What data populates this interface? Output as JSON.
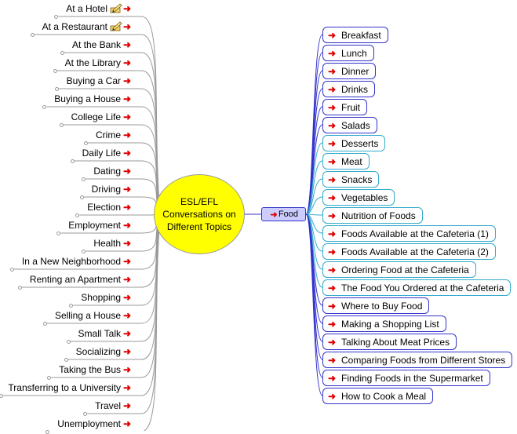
{
  "central": {
    "lines": [
      "ESL/EFL",
      "Conversations on",
      "Different Topics"
    ]
  },
  "left_topics": [
    {
      "label": "At a Hotel",
      "icon": "edit-pencil-icon"
    },
    {
      "label": "At a Restaurant",
      "icon": "edit-pencil-icon"
    },
    {
      "label": "At the Bank"
    },
    {
      "label": "At the Library"
    },
    {
      "label": "Buying a Car"
    },
    {
      "label": "Buying a House"
    },
    {
      "label": "College Life"
    },
    {
      "label": "Crime"
    },
    {
      "label": "Daily Life"
    },
    {
      "label": "Dating"
    },
    {
      "label": "Driving"
    },
    {
      "label": "Election"
    },
    {
      "label": "Employment"
    },
    {
      "label": "Health"
    },
    {
      "label": "In a New Neighborhood"
    },
    {
      "label": "Renting an Apartment"
    },
    {
      "label": "Shopping"
    },
    {
      "label": "Selling a House"
    },
    {
      "label": "Small Talk"
    },
    {
      "label": "Socializing"
    },
    {
      "label": "Taking the Bus"
    },
    {
      "label": "Transferring to a University"
    },
    {
      "label": "Travel"
    },
    {
      "label": "Unemployment"
    }
  ],
  "food": {
    "label": "Food"
  },
  "food_items": [
    {
      "label": "Breakfast",
      "border": "blue"
    },
    {
      "label": "Lunch",
      "border": "blue"
    },
    {
      "label": "Dinner",
      "border": "blue"
    },
    {
      "label": "Drinks",
      "border": "blue"
    },
    {
      "label": "Fruit",
      "border": "blue"
    },
    {
      "label": "Salads",
      "border": "blue"
    },
    {
      "label": "Desserts",
      "border": "cyan"
    },
    {
      "label": "Meat",
      "border": "cyan"
    },
    {
      "label": "Snacks",
      "border": "cyan"
    },
    {
      "label": "Vegetables",
      "border": "cyan"
    },
    {
      "label": "Nutrition of Foods",
      "border": "cyan"
    },
    {
      "label": "Foods Available at the Cafeteria (1)",
      "border": "cyan"
    },
    {
      "label": "Foods Available at the Cafeteria (2)",
      "border": "cyan"
    },
    {
      "label": "Ordering Food at the Cafeteria",
      "border": "cyan"
    },
    {
      "label": "The Food You Ordered at the Cafeteria",
      "border": "cyan"
    },
    {
      "label": "Where to Buy Food",
      "border": "blue"
    },
    {
      "label": "Making a Shopping List",
      "border": "blue"
    },
    {
      "label": "Talking About Meat Prices",
      "border": "blue"
    },
    {
      "label": "Comparing Foods from Different Stores",
      "border": "blue"
    },
    {
      "label": "Finding Foods in the Supermarket",
      "border": "blue"
    },
    {
      "label": "How to Cook a Meal",
      "border": "blue"
    }
  ],
  "colors": {
    "central": "#ffff00",
    "food": "#ccccff",
    "blue": "#3333cc",
    "cyan": "#33aacc",
    "arrow": "#e00000",
    "left_link": "#9a9a9a"
  }
}
